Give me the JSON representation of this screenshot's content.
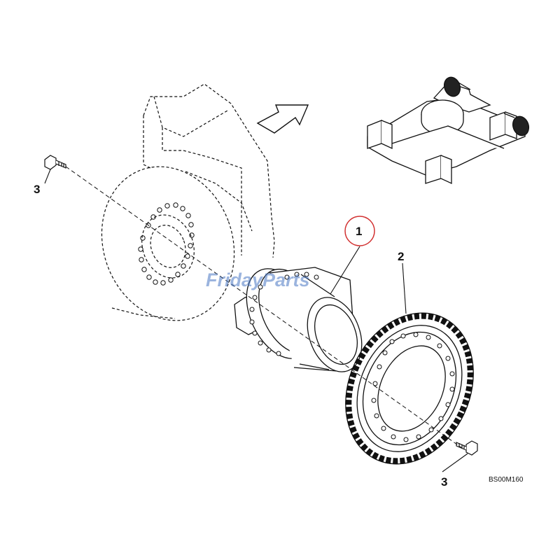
{
  "diagram": {
    "callouts": {
      "item_1": "1",
      "item_2": "2",
      "item_3_left": "3",
      "item_3_right": "3"
    },
    "drawing_code": "BS00M160",
    "watermark": "FridayParts",
    "colors": {
      "line": "#111111",
      "highlight_circle": "#d23232",
      "watermark": "#4a78c4"
    }
  }
}
